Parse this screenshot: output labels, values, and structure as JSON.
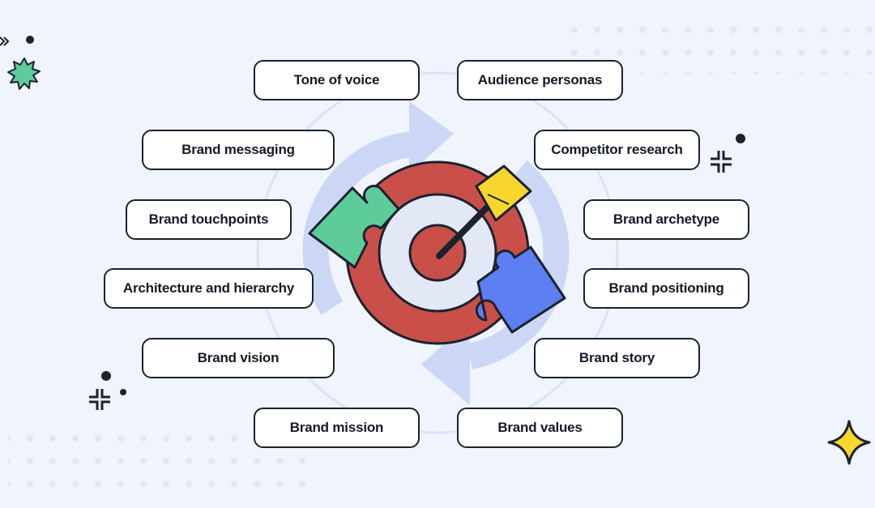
{
  "labels": {
    "tone_of_voice": "Tone of voice",
    "audience_personas": "Audience personas",
    "brand_messaging": "Brand messaging",
    "competitor_research": "Competitor research",
    "brand_touchpoints": "Brand touchpoints",
    "brand_archetype": "Brand archetype",
    "architecture_and_hierarchy": "Architecture and hierarchy",
    "brand_positioning": "Brand positioning",
    "brand_vision": "Brand vision",
    "brand_story": "Brand story",
    "brand_mission": "Brand mission",
    "brand_values": "Brand values"
  },
  "icons": [
    "target-icon",
    "dart-icon",
    "puzzle-piece-green-icon",
    "puzzle-piece-blue-icon",
    "cycle-arrows-icon",
    "sparkle-star-icon",
    "starburst-icon"
  ],
  "colors": {
    "background": "#f0f4fc",
    "target_red": "#c94f48",
    "target_inner_ring": "#e3e8f7",
    "puzzle_green": "#5ecb9b",
    "puzzle_blue": "#5c7ff2",
    "dart_yellow": "#f7d72e",
    "cycle_arrows": "#ccd7f6",
    "outline": "#1b2230"
  }
}
